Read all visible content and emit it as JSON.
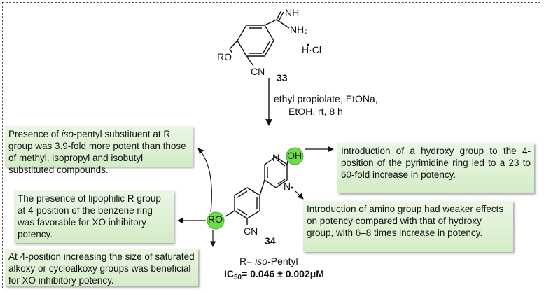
{
  "compound_33": {
    "number": "33",
    "substituent_ro": "RO",
    "nitrile_cn": "CN",
    "amidine_nh": "NH",
    "amidine_nh2": "NH₂",
    "salt": "H·Cl"
  },
  "reaction": {
    "line1": "ethyl propiolate, EtONa,",
    "line2": "EtOH, rt, 8 h"
  },
  "compound_34": {
    "number": "34",
    "substituent_ro": "RO",
    "nitrile_cn": "CN",
    "hydroxy_oh": "OH",
    "ring_n_top": "N",
    "ring_n_bottom": "N",
    "r_group_prefix": "R= ",
    "r_group_italic": "iso",
    "r_group_suffix": "-Pentyl",
    "ic50_label": "IC",
    "ic50_subscript": "50",
    "ic50_value": "= 0.046 ± 0.002μM"
  },
  "notes": {
    "isopentyl": {
      "before": "Presence of ",
      "italic": "iso",
      "after": "-pentyl substituent at R group was 3.9-fold more potent than those of methyl, isopropyl and isobutyl substituted compounds."
    },
    "lipophilic": "The presence of lipophilic R group at 4-position of the benzene ring was favorable for XO inhibitory potency.",
    "alkoxy": "At 4-position increasing the size of saturated alkoxy or cycloalkoxy groups was beneficial for XO inhibitory potency.",
    "hydroxy": "Introduction of a hydroxy group to the 4-position of the pyrimidine ring led to a 23 to 60-fold increase in potency.",
    "amino": "Introduction of amino group had weaker effects on potency compared with that of hydroxy group, with 6–8 times increase in potency."
  },
  "colors": {
    "highlight_circle": "#6fdc4c",
    "note_background": "#dff0d6",
    "frame_border": "#555555"
  }
}
